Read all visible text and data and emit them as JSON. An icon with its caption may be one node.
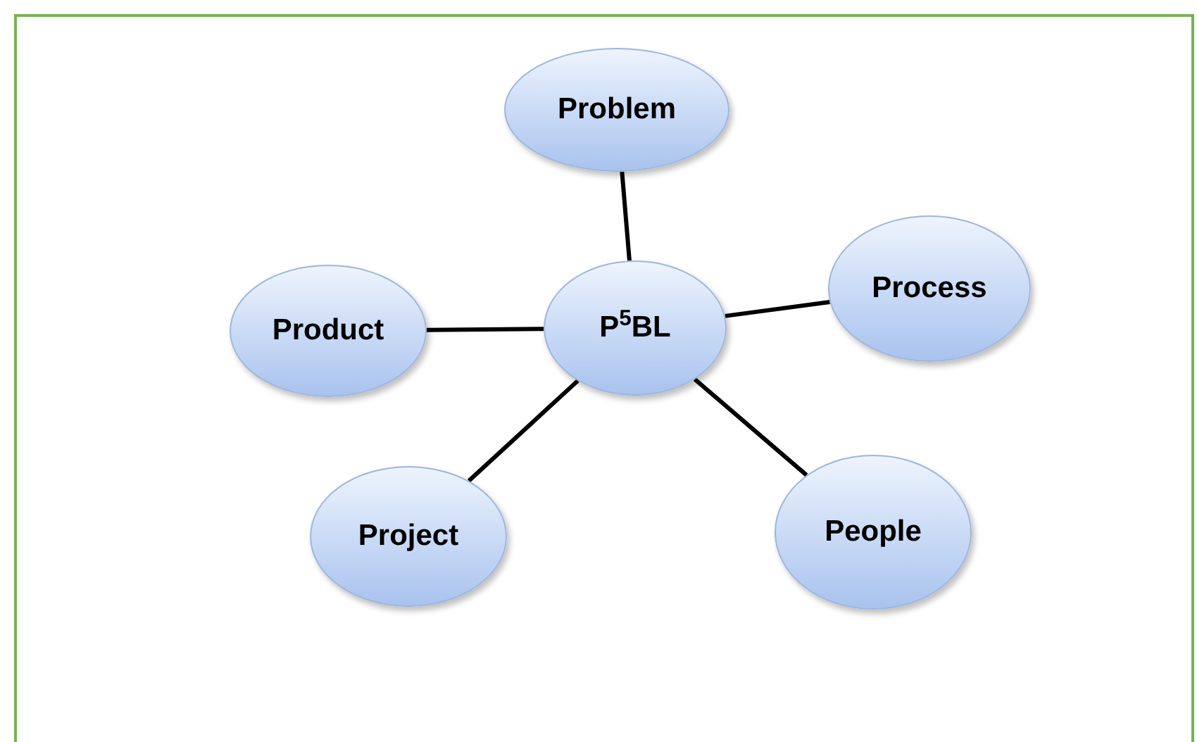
{
  "diagram": {
    "nodes": [
      {
        "text": [
          "Problem"
        ]
      },
      {
        "text": [
          "Product"
        ]
      },
      {
        "text": [
          "P$^{5}$BL"
        ]
      },
      {
        "text": [
          "Process"
        ]
      },
      {
        "text": [
          "Project"
        ]
      },
      {
        "text": [
          "People"
        ]
      }
    ],
    "edges": [
      {
        "from": 2,
        "to": 0,
        "arrow": "none"
      },
      {
        "from": 2,
        "to": 1,
        "arrow": "none"
      },
      {
        "from": 2,
        "to": 3,
        "arrow": "none"
      },
      {
        "from": 2,
        "to": 4,
        "arrow": "none"
      },
      {
        "from": 2,
        "to": 5,
        "arrow": "none"
      }
    ]
  }
}
